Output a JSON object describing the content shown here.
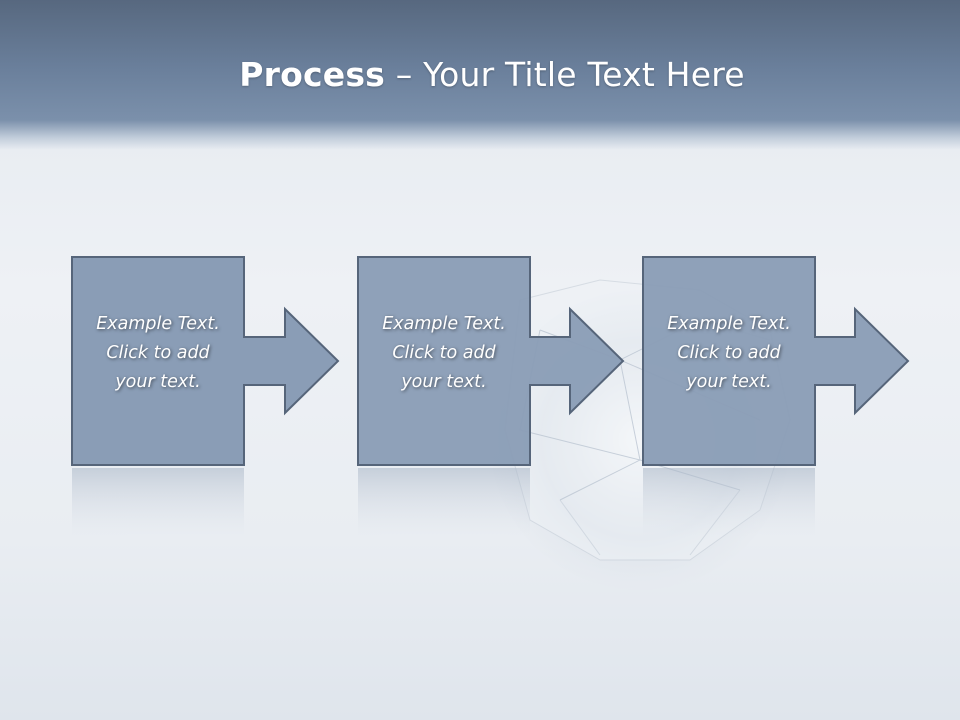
{
  "title": {
    "bold": "Process",
    "rest": " – Your Title Text Here"
  },
  "steps": [
    {
      "lines": [
        "Example Text.",
        "Click  to add",
        "your text."
      ]
    },
    {
      "lines": [
        "Example Text.",
        "Click  to add",
        "your text."
      ]
    },
    {
      "lines": [
        "Example Text.",
        "Click  to add",
        "your text."
      ]
    }
  ],
  "colors": {
    "title_band": "#6a7f9b",
    "box_fill": "#8a9db6",
    "box_border": "#56657a",
    "title_text": "#ffffff"
  }
}
